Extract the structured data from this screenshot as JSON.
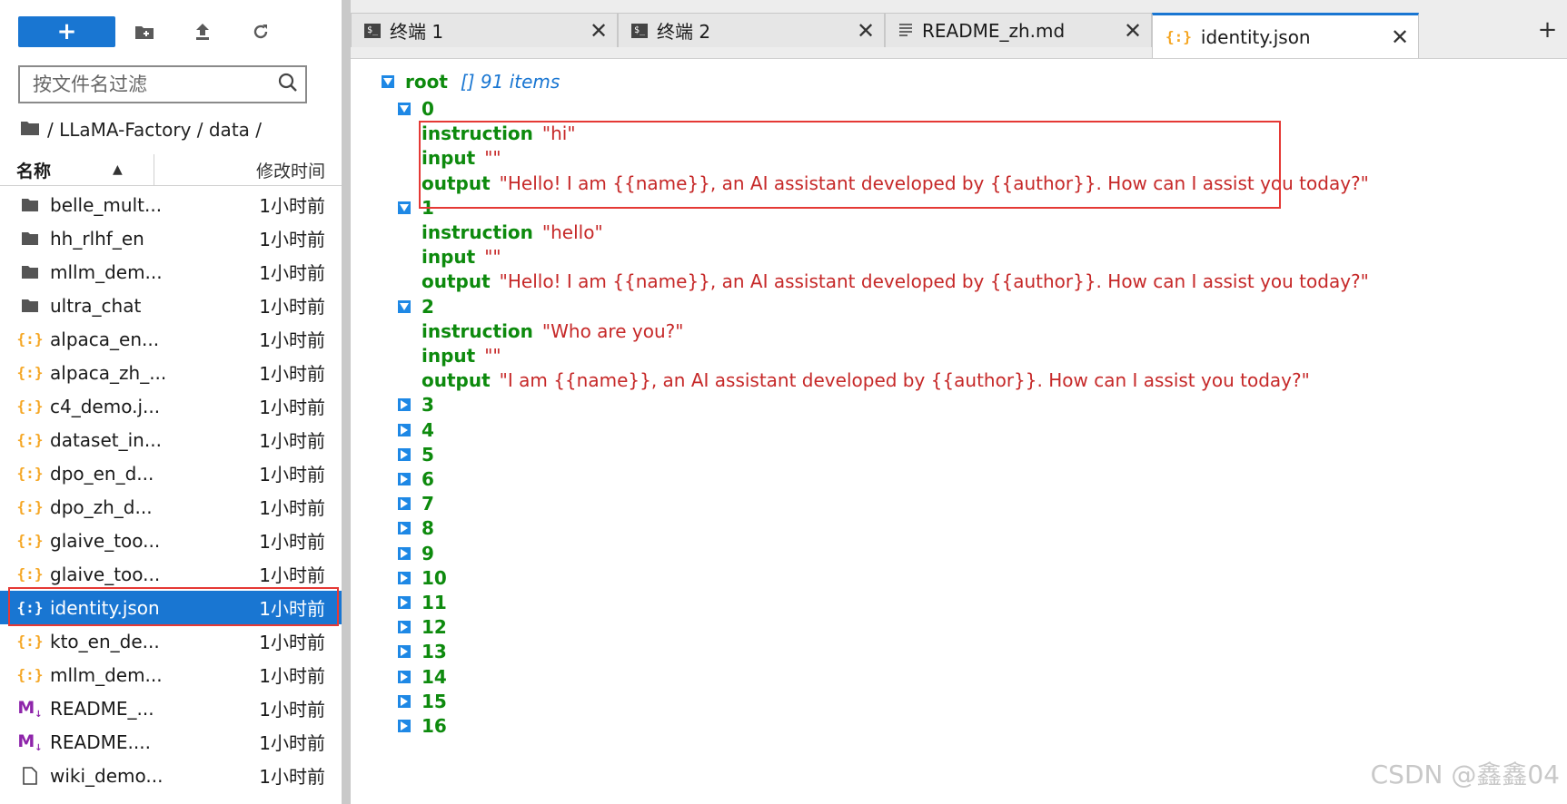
{
  "sidebar": {
    "new_button_label": "+",
    "toolbar_icons": [
      "new-folder-icon",
      "upload-icon",
      "refresh-icon"
    ],
    "filter_placeholder": "按文件名过滤",
    "breadcrumb": "/ LLaMA-Factory / data /",
    "columns": {
      "name": "名称",
      "modified": "修改时间"
    },
    "files": [
      {
        "name": "belle_mult...",
        "time": "1小时前",
        "icon": "folder-icon"
      },
      {
        "name": "hh_rlhf_en",
        "time": "1小时前",
        "icon": "folder-icon"
      },
      {
        "name": "mllm_dem...",
        "time": "1小时前",
        "icon": "folder-icon"
      },
      {
        "name": "ultra_chat",
        "time": "1小时前",
        "icon": "folder-icon"
      },
      {
        "name": "alpaca_en...",
        "time": "1小时前",
        "icon": "json-file-icon"
      },
      {
        "name": "alpaca_zh_...",
        "time": "1小时前",
        "icon": "json-file-icon"
      },
      {
        "name": "c4_demo.j...",
        "time": "1小时前",
        "icon": "json-file-icon"
      },
      {
        "name": "dataset_in...",
        "time": "1小时前",
        "icon": "json-file-icon"
      },
      {
        "name": "dpo_en_d...",
        "time": "1小时前",
        "icon": "json-file-icon"
      },
      {
        "name": "dpo_zh_d...",
        "time": "1小时前",
        "icon": "json-file-icon"
      },
      {
        "name": "glaive_too...",
        "time": "1小时前",
        "icon": "json-file-icon"
      },
      {
        "name": "glaive_too...",
        "time": "1小时前",
        "icon": "json-file-icon"
      },
      {
        "name": "identity.json",
        "time": "1小时前",
        "icon": "json-file-icon",
        "selected": true
      },
      {
        "name": "kto_en_de...",
        "time": "1小时前",
        "icon": "json-file-icon"
      },
      {
        "name": "mllm_dem...",
        "time": "1小时前",
        "icon": "json-file-icon"
      },
      {
        "name": "README_...",
        "time": "1小时前",
        "icon": "markdown-icon"
      },
      {
        "name": "README....",
        "time": "1小时前",
        "icon": "markdown-icon"
      },
      {
        "name": "wiki_demo...",
        "time": "1小时前",
        "icon": "file-icon"
      }
    ]
  },
  "tabs": [
    {
      "label": "终端 1",
      "icon": "terminal-icon"
    },
    {
      "label": "终端 2",
      "icon": "terminal-icon"
    },
    {
      "label": "README_zh.md",
      "icon": "text-file-icon"
    },
    {
      "label": "identity.json",
      "icon": "json-file-icon",
      "active": true
    }
  ],
  "add_tab_label": "+",
  "viewer": {
    "root_key": "root",
    "root_meta": "[]  91 items",
    "items": [
      {
        "index": "0",
        "expanded": true,
        "fields": [
          {
            "key": "instruction",
            "value": "\"hi\""
          },
          {
            "key": "input",
            "value": "\"\""
          },
          {
            "key": "output",
            "value": "\"Hello! I am {{name}}, an AI assistant developed by {{author}}. How can I assist you today?\""
          }
        ]
      },
      {
        "index": "1",
        "expanded": true,
        "fields": [
          {
            "key": "instruction",
            "value": "\"hello\""
          },
          {
            "key": "input",
            "value": "\"\""
          },
          {
            "key": "output",
            "value": "\"Hello! I am {{name}}, an AI assistant developed by {{author}}. How can I assist you today?\""
          }
        ]
      },
      {
        "index": "2",
        "expanded": true,
        "fields": [
          {
            "key": "instruction",
            "value": "\"Who are you?\""
          },
          {
            "key": "input",
            "value": "\"\""
          },
          {
            "key": "output",
            "value": "\"I am {{name}}, an AI assistant developed by {{author}}. How can I assist you today?\""
          }
        ]
      },
      {
        "index": "3",
        "expanded": false
      },
      {
        "index": "4",
        "expanded": false
      },
      {
        "index": "5",
        "expanded": false
      },
      {
        "index": "6",
        "expanded": false
      },
      {
        "index": "7",
        "expanded": false
      },
      {
        "index": "8",
        "expanded": false
      },
      {
        "index": "9",
        "expanded": false
      },
      {
        "index": "10",
        "expanded": false
      },
      {
        "index": "11",
        "expanded": false
      },
      {
        "index": "12",
        "expanded": false
      },
      {
        "index": "13",
        "expanded": false
      },
      {
        "index": "14",
        "expanded": false
      },
      {
        "index": "15",
        "expanded": false
      },
      {
        "index": "16",
        "expanded": false
      }
    ]
  },
  "watermark": "CSDN @鑫鑫04",
  "colors": {
    "accent": "#1976d2",
    "highlight_border": "#e53935",
    "json_key": "#0d8a0d",
    "json_string": "#c62828"
  }
}
